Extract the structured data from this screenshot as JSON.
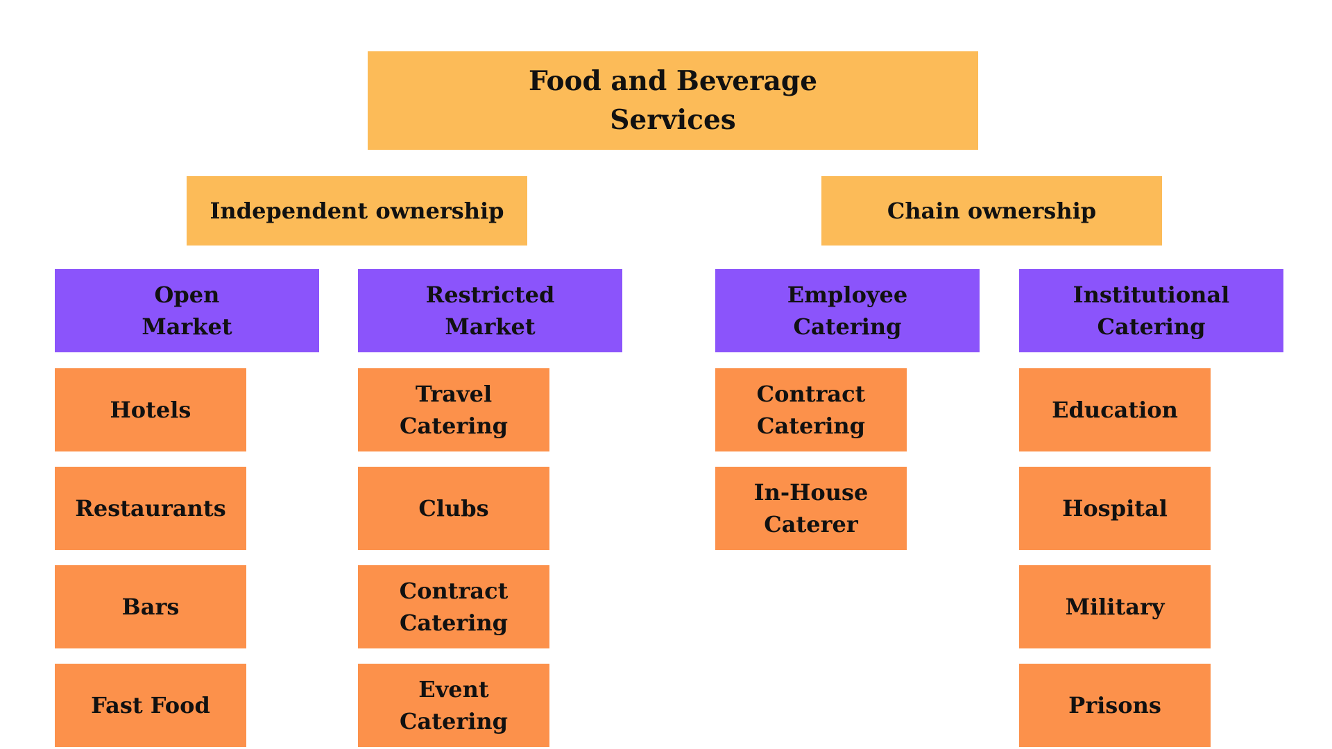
{
  "colors": {
    "root_fill": "#fcbb58",
    "ownership_fill": "#fcbb58",
    "market_fill": "#8b54fb",
    "item_fill": "#fc914b",
    "text": "#111111"
  },
  "root": {
    "line1": "Food and Beverage",
    "line2": "Services"
  },
  "independent": {
    "label": "Independent ownership",
    "open_market": {
      "line1": "Open",
      "line2": "Market",
      "items": [
        "Hotels",
        "Restaurants",
        "Bars",
        "Fast Food"
      ]
    },
    "restricted_market": {
      "line1": "Restricted",
      "line2": "Market",
      "items": [
        {
          "line1": "Travel",
          "line2": "Catering"
        },
        {
          "line1": "Clubs",
          "line2": ""
        },
        {
          "line1": "Contract",
          "line2": "Catering"
        },
        {
          "line1": "Event",
          "line2": "Catering"
        }
      ]
    }
  },
  "chain": {
    "label": "Chain ownership",
    "employee_catering": {
      "line1": "Employee",
      "line2": "Catering",
      "items": [
        {
          "line1": "Contract",
          "line2": "Catering"
        },
        {
          "line1": "In-House",
          "line2": "Caterer"
        }
      ]
    },
    "institutional_catering": {
      "line1": "Institutional",
      "line2": "Catering",
      "items": [
        "Education",
        "Hospital",
        "Military",
        "Prisons"
      ]
    }
  }
}
